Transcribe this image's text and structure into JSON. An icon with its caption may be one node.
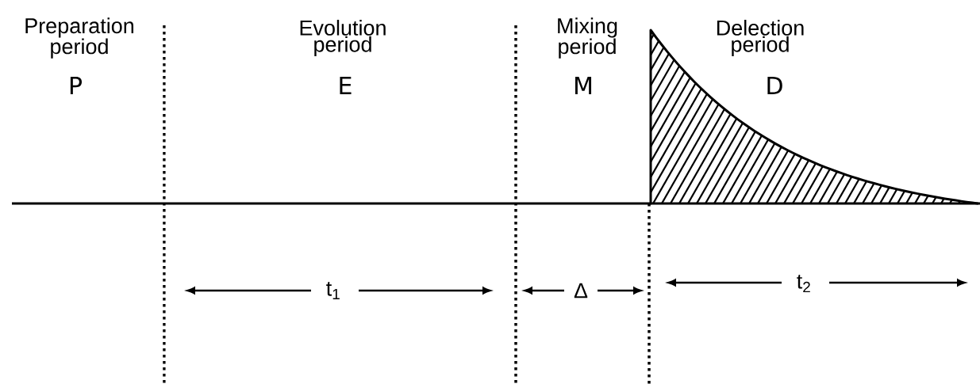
{
  "diagram": {
    "labels": [
      "Preparation period",
      "P",
      "Evolution period",
      "E",
      "Mixing period",
      "M",
      "Delection period",
      "D",
      "t$_{1}$",
      "Δ",
      "t$_{2}$"
    ]
  }
}
